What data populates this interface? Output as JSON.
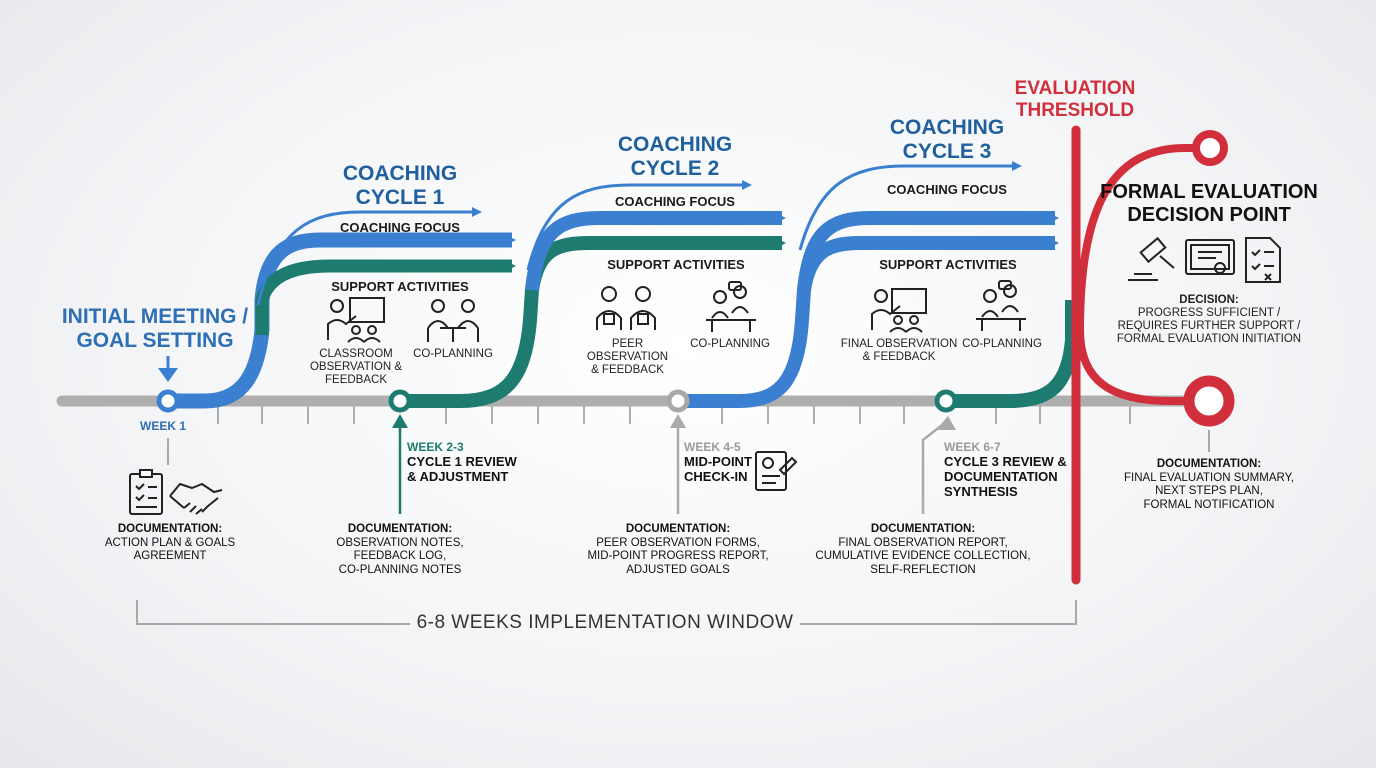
{
  "eval": {
    "line1": "EVALUATION",
    "line2": "THRESHOLD"
  },
  "initial": {
    "line1": "INITIAL MEETING /",
    "line2": "GOAL SETTING"
  },
  "cycles": [
    {
      "line1": "COACHING",
      "line2": "CYCLE 1",
      "focus": "COACHING FOCUS",
      "support": "SUPPORT ACTIVITIES",
      "act1": [
        "CLASSROOM",
        "OBSERVATION &",
        "FEEDBACK"
      ],
      "act2": [
        "CO-PLANNING"
      ]
    },
    {
      "line1": "COACHING",
      "line2": "CYCLE 2",
      "focus": "COACHING FOCUS",
      "support": "SUPPORT ACTIVITIES",
      "act1": [
        "PEER OBSERVATION",
        "& FEEDBACK"
      ],
      "act2": [
        "CO-PLANNING"
      ]
    },
    {
      "line1": "COACHING",
      "line2": "CYCLE 3",
      "focus": "COACHING FOCUS",
      "support": "SUPPORT ACTIVITIES",
      "act1": [
        "FINAL OBSERVATION",
        "& FEEDBACK"
      ],
      "act2": [
        "CO-PLANNING"
      ]
    }
  ],
  "decision": {
    "title1": "FORMAL EVALUATION",
    "title2": "DECISION POINT",
    "label": "DECISION:",
    "lines": [
      "PROGRESS SUFFICIENT /",
      "REQUIRES FURTHER SUPPORT /",
      "FORMAL EVALUATION INITIATION"
    ]
  },
  "weeks": [
    {
      "week": "WEEK 1"
    },
    {
      "week": "WEEK 2-3",
      "title1": "CYCLE 1 REVIEW",
      "title2": "& ADJUSTMENT"
    },
    {
      "week": "WEEK 4-5",
      "title1": "MID-POINT",
      "title2": "CHECK-IN"
    },
    {
      "week": "WEEK 6-7",
      "title1": "CYCLE 3 REVIEW &",
      "title2": "DOCUMENTATION",
      "title3": "SYNTHESIS"
    }
  ],
  "docs": [
    {
      "label": "DOCUMENTATION:",
      "lines": [
        "ACTION PLAN & GOALS",
        "AGREEMENT"
      ]
    },
    {
      "label": "DOCUMENTATION:",
      "lines": [
        "OBSERVATION NOTES,",
        "FEEDBACK LOG,",
        "CO-PLANNING NOTES"
      ]
    },
    {
      "label": "DOCUMENTATION:",
      "lines": [
        "PEER OBSERVATION FORMS,",
        "MID-POINT PROGRESS REPORT,",
        "ADJUSTED GOALS"
      ]
    },
    {
      "label": "DOCUMENTATION:",
      "lines": [
        "FINAL OBSERVATION REPORT,",
        "CUMULATIVE EVIDENCE COLLECTION,",
        "SELF-REFLECTION"
      ]
    },
    {
      "label": "DOCUMENTATION:",
      "lines": [
        "FINAL EVALUATION SUMMARY,",
        "NEXT STEPS PLAN,",
        "FORMAL NOTIFICATION"
      ]
    }
  ],
  "window": "6-8 WEEKS IMPLEMENTATION WINDOW",
  "colors": {
    "blue": "#3b7fd0",
    "teal": "#1d7c6f",
    "red": "#d12f3b",
    "grey": "#9c9c9c"
  }
}
